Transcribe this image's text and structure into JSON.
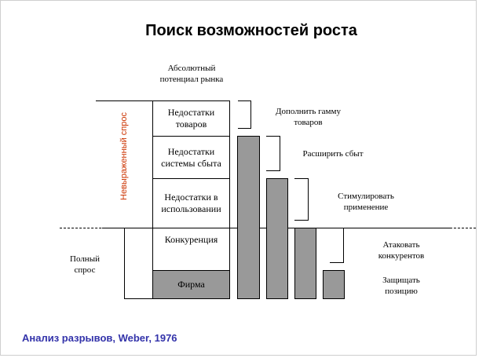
{
  "title": "Поиск возможностей роста",
  "absolute_potential": [
    "Абсолютный",
    "потенциал рынка"
  ],
  "stack_boxes": [
    {
      "lines": [
        "Недостатки",
        "товаров"
      ]
    },
    {
      "lines": [
        "Недостатки",
        "системы сбыта"
      ]
    },
    {
      "lines": [
        "Недостатки в",
        "использовании"
      ]
    },
    {
      "lines": [
        "Конкуренция"
      ]
    },
    {
      "lines": [
        "Фирма"
      ]
    }
  ],
  "unexpressed_demand": "Невыраженный спрос",
  "full_demand": [
    "Полный",
    "спрос"
  ],
  "actions": [
    {
      "lines": [
        "Дополнить гамму",
        "товаров"
      ]
    },
    {
      "lines": [
        "Расширить сбыт"
      ]
    },
    {
      "lines": [
        "Стимулировать",
        "применение"
      ]
    },
    {
      "lines": [
        "Атаковать",
        "конкурентов"
      ]
    },
    {
      "lines": [
        "Защищать",
        "позицию"
      ]
    }
  ],
  "footnote": "Анализ разрывов, Weber, 1976",
  "colors": {
    "bar_fill": "#999999",
    "accent_label": "#cc3300",
    "footnote": "#3333aa"
  }
}
